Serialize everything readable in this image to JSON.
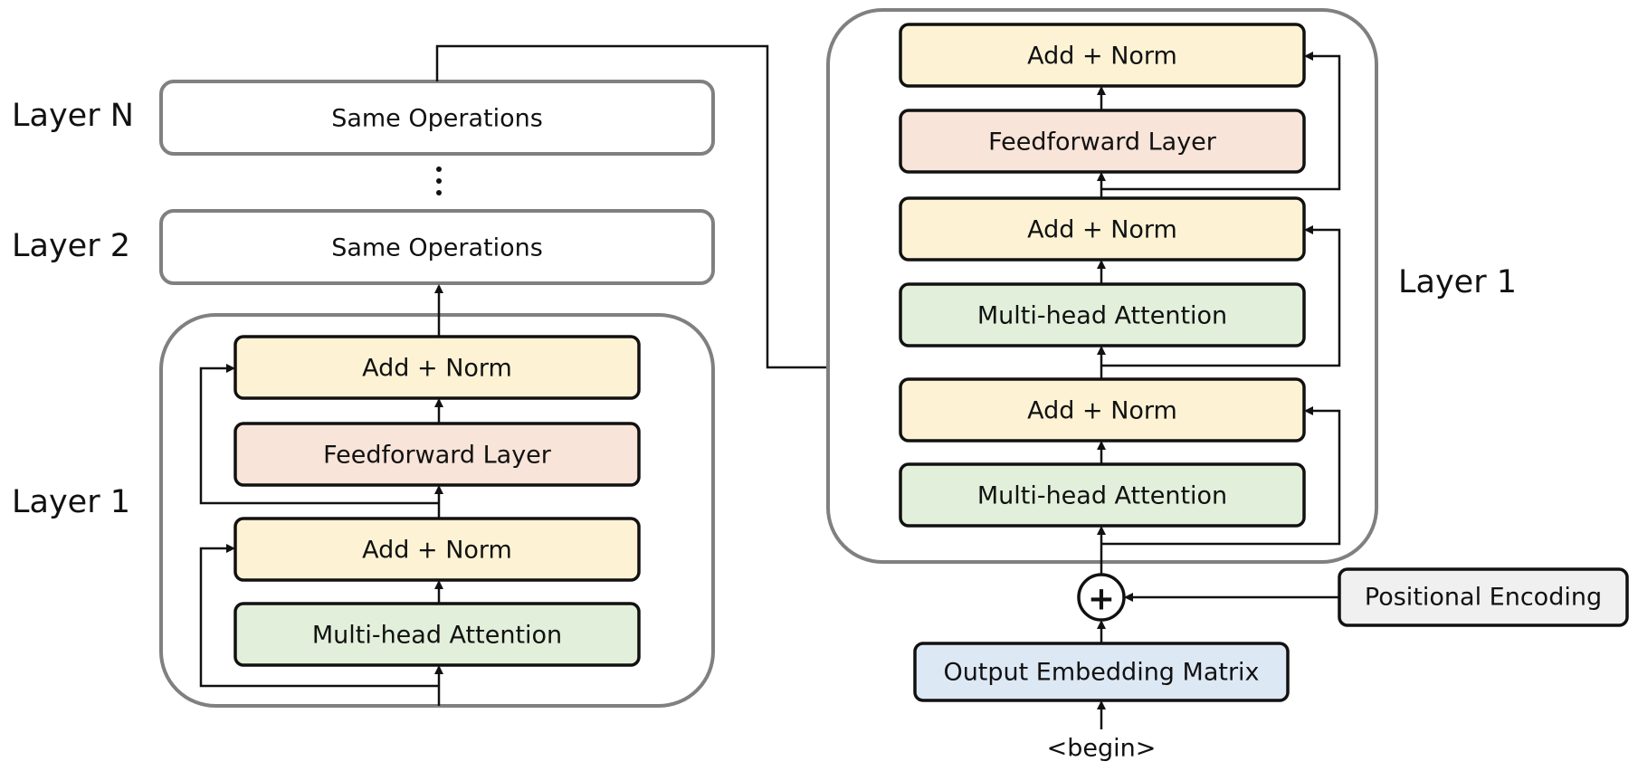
{
  "encoder": {
    "layer_n_label": "Layer N",
    "layer_2_label": "Layer 2",
    "layer_1_label": "Layer 1",
    "dots": "⋮",
    "same_ops_n": "Same Operations",
    "same_ops_2": "Same Operations",
    "blocks": {
      "add_norm_top": "Add + Norm",
      "feedforward": "Feedforward Layer",
      "add_norm_bottom": "Add + Norm",
      "attention": "Multi-head Attention"
    }
  },
  "decoder": {
    "layer_label": "Layer 1",
    "blocks": {
      "add_norm_3": "Add + Norm",
      "feedforward": "Feedforward Layer",
      "add_norm_2": "Add + Norm",
      "cross_attention": "Multi-head Attention",
      "add_norm_1": "Add + Norm",
      "self_attention": "Multi-head Attention"
    },
    "plus_symbol": "+",
    "positional_encoding": "Positional Encoding",
    "output_embedding": "Output Embedding Matrix",
    "input_token": "<begin>"
  },
  "colors": {
    "add_norm": "#fdf3d4",
    "feedforward": "#f8e4d8",
    "attention": "#e2efda",
    "embedding": "#dde8f5",
    "positional": "#f0f0f0",
    "container_stroke": "#808080"
  }
}
